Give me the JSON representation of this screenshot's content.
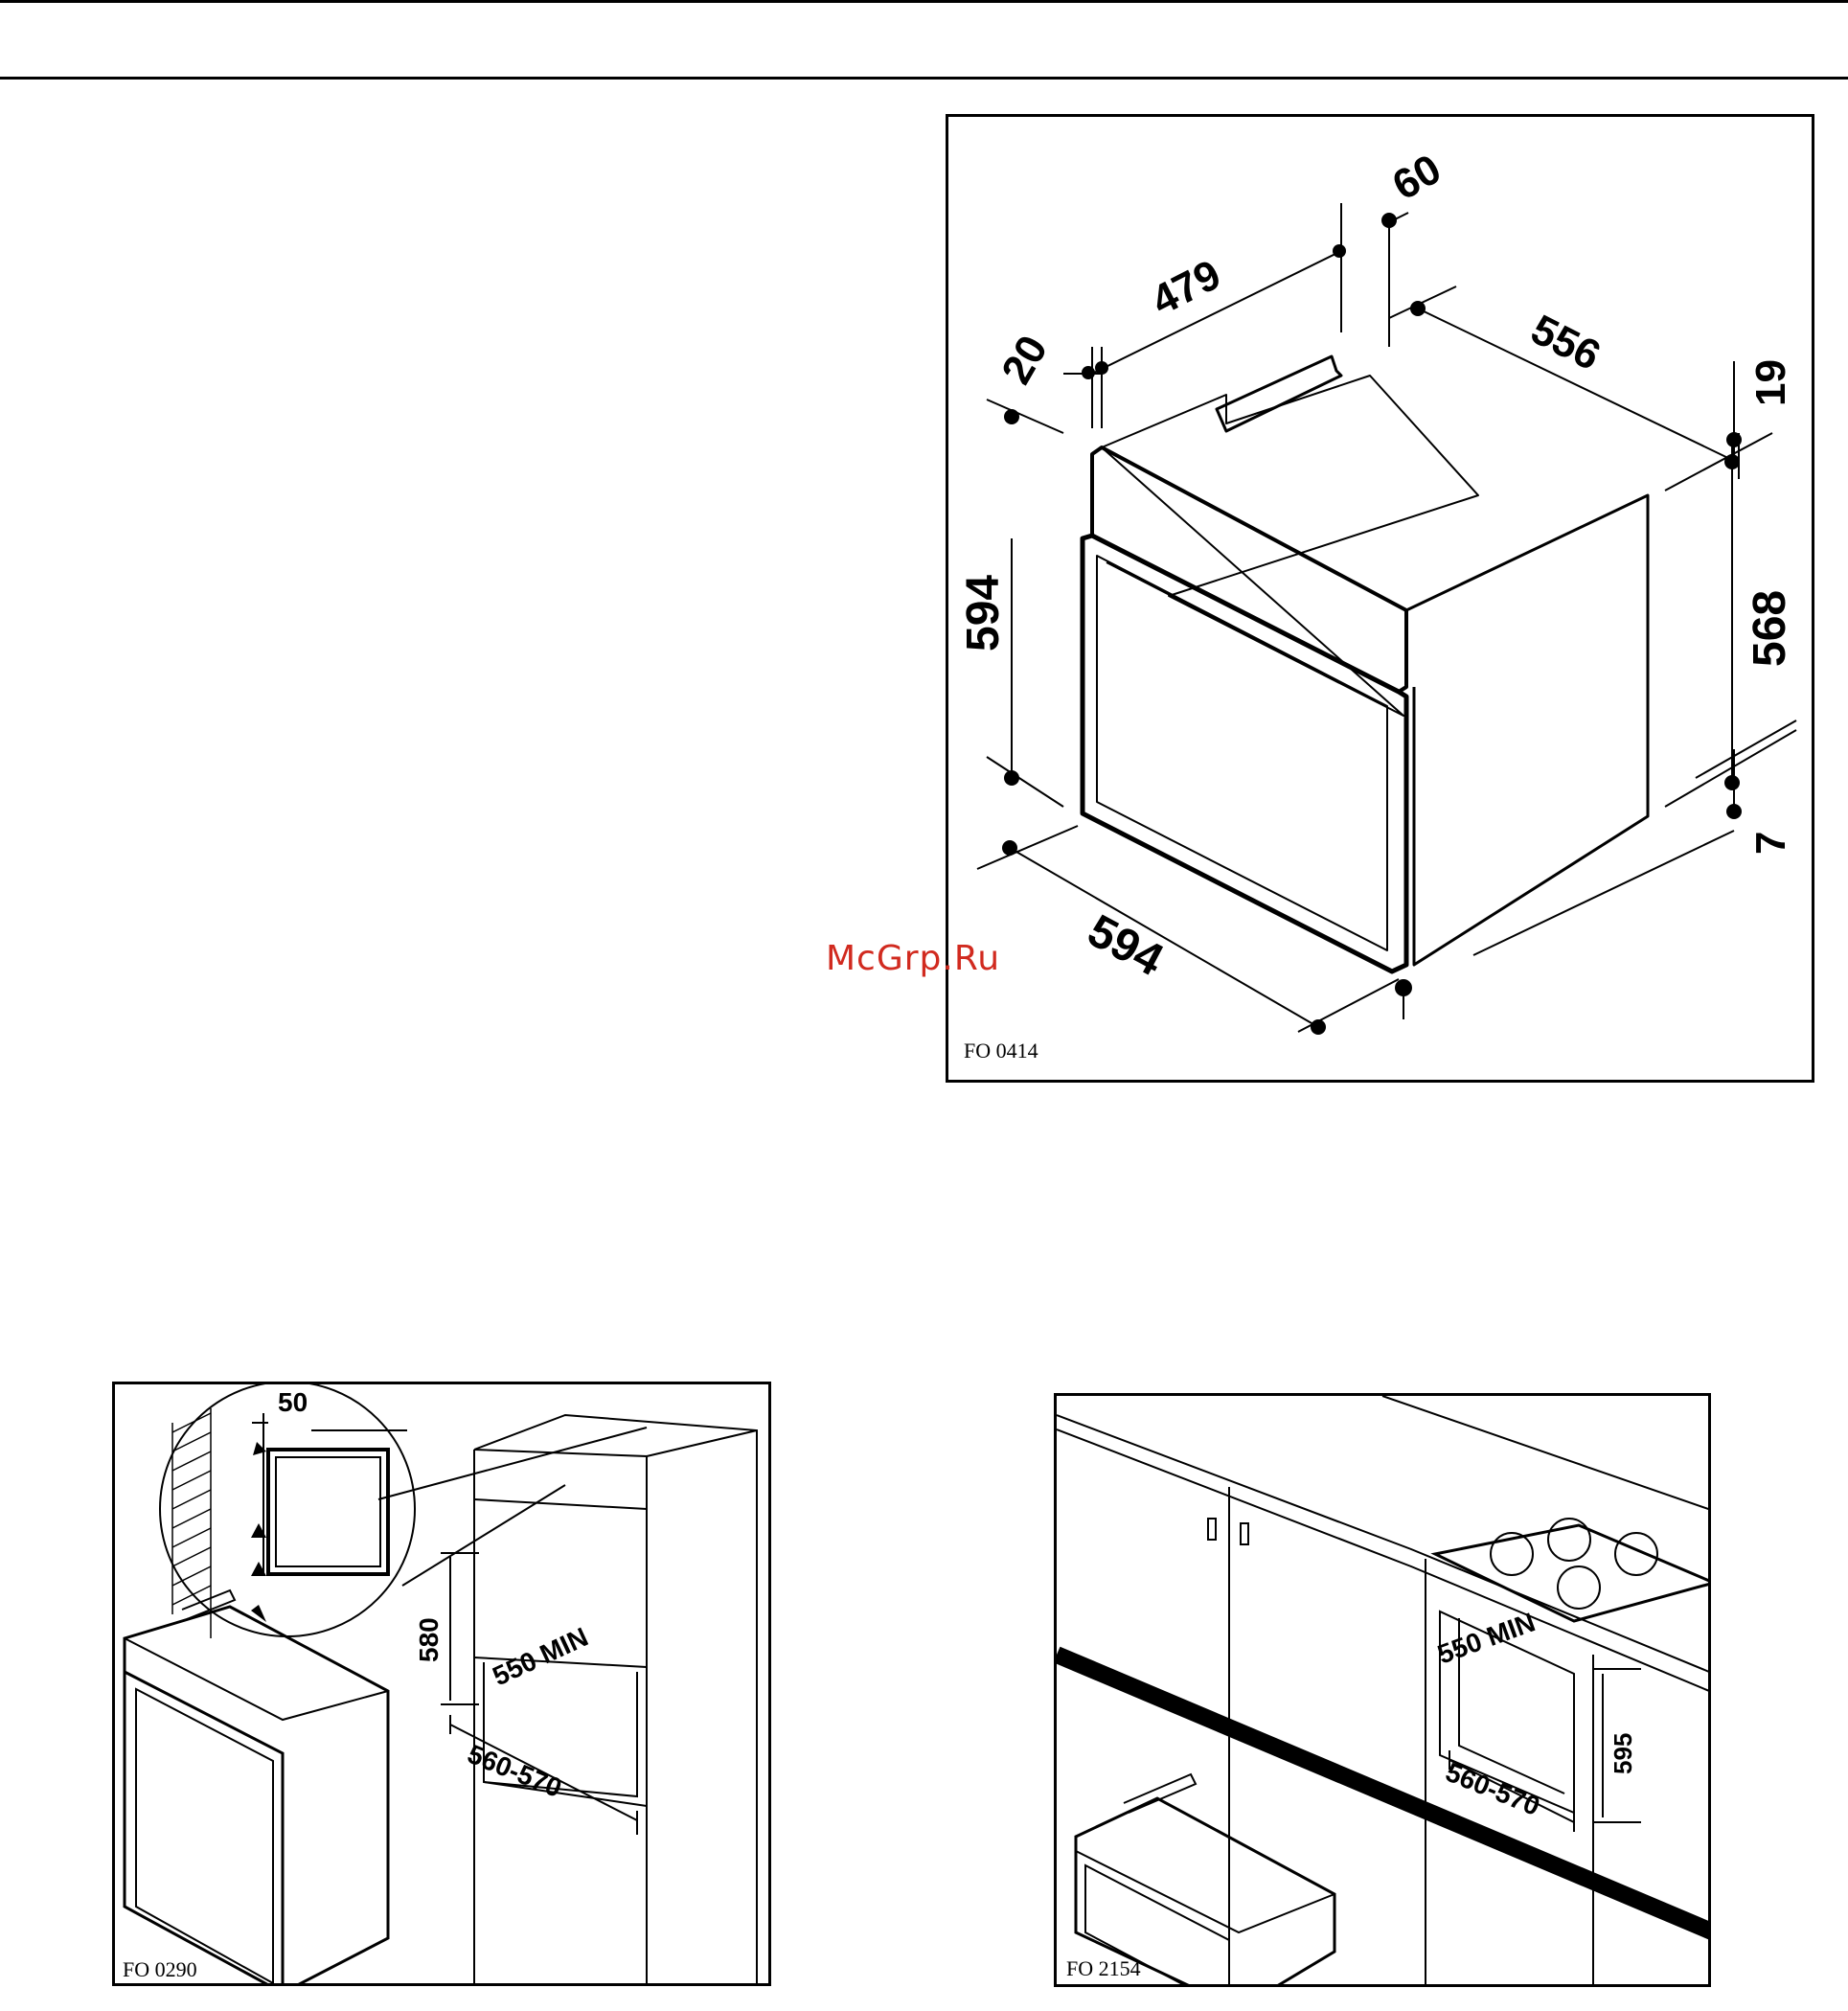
{
  "watermark": "McGrp.Ru",
  "figures": {
    "fig1": {
      "code": "FO 0414",
      "dims": {
        "d60": "60",
        "d479": "479",
        "d20": "20",
        "d556": "556",
        "d19": "19",
        "d594_height": "594",
        "d568": "568",
        "d7": "7",
        "d594_width": "594"
      }
    },
    "fig2": {
      "code": "FO 0290",
      "dims": {
        "d50": "50",
        "d580": "580",
        "d550min": "550 MIN",
        "d560_570": "560-570"
      }
    },
    "fig3": {
      "code": "FO 2154",
      "dims": {
        "d550min": "550 MIN",
        "d595": "595",
        "d560_570": "560-570"
      }
    }
  }
}
